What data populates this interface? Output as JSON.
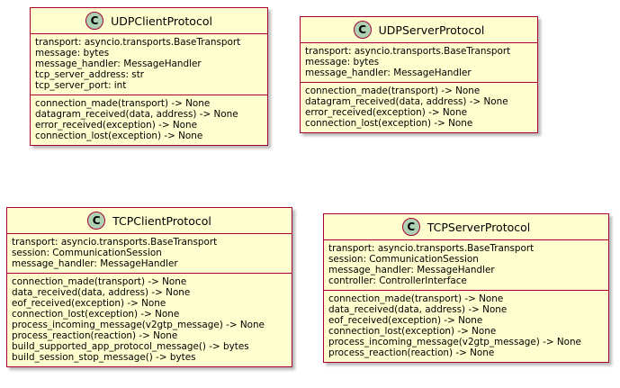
{
  "classes": [
    {
      "name": "UDPClientProtocol",
      "badge": "C",
      "attributes": [
        "transport: asyncio.transports.BaseTransport",
        "message: bytes",
        "message_handler: MessageHandler",
        "tcp_server_address: str",
        "tcp_server_port: int"
      ],
      "methods": [
        "connection_made(transport) -> None",
        "datagram_received(data, address) -> None",
        "error_received(exception) -> None",
        "connection_lost(exception) -> None"
      ]
    },
    {
      "name": "UDPServerProtocol",
      "badge": "C",
      "attributes": [
        "transport: asyncio.transports.BaseTransport",
        "message: bytes",
        "message_handler: MessageHandler"
      ],
      "methods": [
        "connection_made(transport) -> None",
        "datagram_received(data, address) -> None",
        "error_received(exception) -> None",
        "connection_lost(exception) -> None"
      ]
    },
    {
      "name": "TCPClientProtocol",
      "badge": "C",
      "attributes": [
        "transport: asyncio.transports.BaseTransport",
        "session: CommunicationSession",
        "message_handler: MessageHandler"
      ],
      "methods": [
        "connection_made(transport) -> None",
        "data_received(data, address) -> None",
        "eof_received(exception) -> None",
        "connection_lost(exception) -> None",
        "process_incoming_message(v2gtp_message) -> None",
        "process_reaction(reaction) -> None",
        "build_supported_app_protocol_message() -> bytes",
        "build_session_stop_message() -> bytes"
      ]
    },
    {
      "name": "TCPServerProtocol",
      "badge": "C",
      "attributes": [
        "transport: asyncio.transports.BaseTransport",
        "session: CommunicationSession",
        "message_handler: MessageHandler",
        "controller: ControllerInterface"
      ],
      "methods": [
        "connection_made(transport) -> None",
        "data_received(data, address) -> None",
        "eof_received(exception) -> None",
        "connection_lost(exception) -> None",
        "process_incoming_message(v2gtp_message) -> None",
        "process_reaction(reaction) -> None"
      ]
    }
  ]
}
